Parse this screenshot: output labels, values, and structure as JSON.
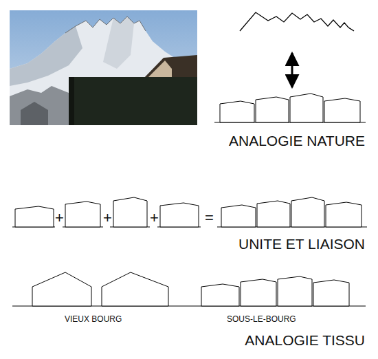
{
  "diagram": {
    "labels": [
      "ANALOGIE NATURE",
      "+",
      "+",
      "+",
      "=",
      "UNITE ET LIAISON",
      "VIEUX BOURG",
      "SOUS-LE-BOURG",
      "ANALOGIE TISSU"
    ]
  }
}
